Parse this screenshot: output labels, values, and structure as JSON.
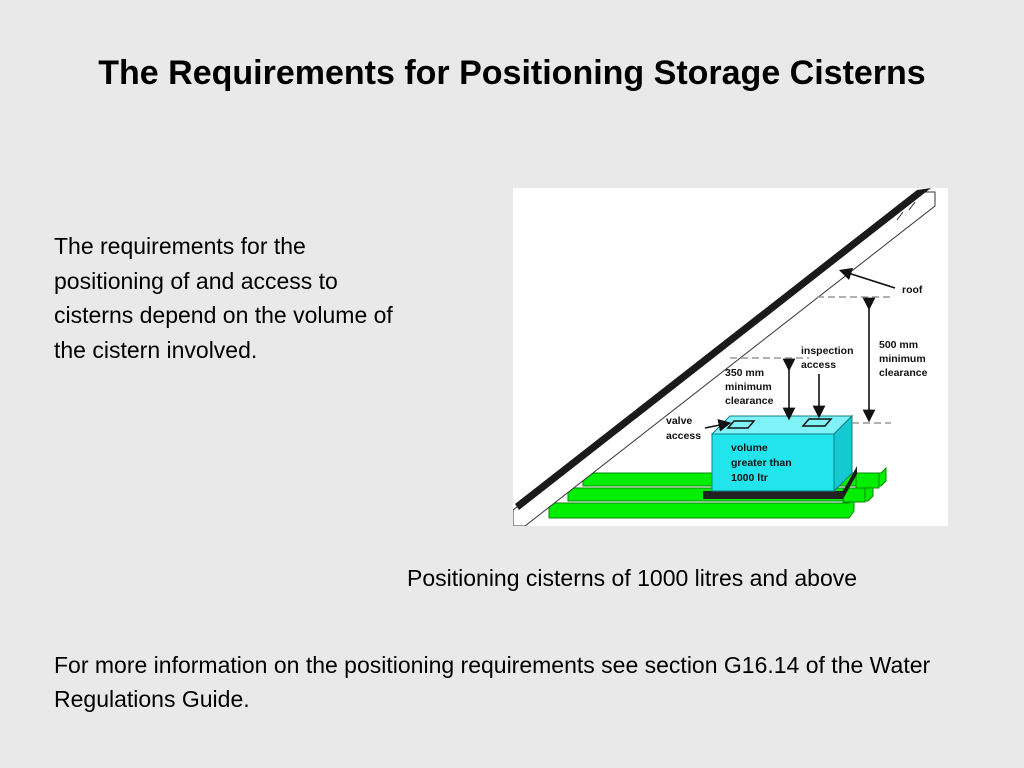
{
  "slide": {
    "title": "The Requirements for Positioning Storage Cisterns",
    "body": "The requirements for the positioning of and access to cisterns depend on the volume of the cistern involved.",
    "caption": "Positioning cisterns of 1000 litres and above",
    "footer": "For more information on the positioning requirements see section G16.14 of the Water Regulations Guide."
  },
  "diagram": {
    "roof_label": "roof",
    "inspection_label_1": "inspection",
    "inspection_label_2": "access",
    "clearance_500_1": "500 mm",
    "clearance_500_2": "minimum",
    "clearance_500_3": "clearance",
    "clearance_350_1": "350 mm",
    "clearance_350_2": "minimum",
    "clearance_350_3": "clearance",
    "valve_label_1": "valve",
    "valve_label_2": "access",
    "tank_label_1": "volume",
    "tank_label_2": "greater than",
    "tank_label_3": "1000 ltr",
    "colors": {
      "joist": "#00ee00",
      "tank": "#22e4ec",
      "roof": "#1a1a1a",
      "dashed": "#999999"
    }
  }
}
